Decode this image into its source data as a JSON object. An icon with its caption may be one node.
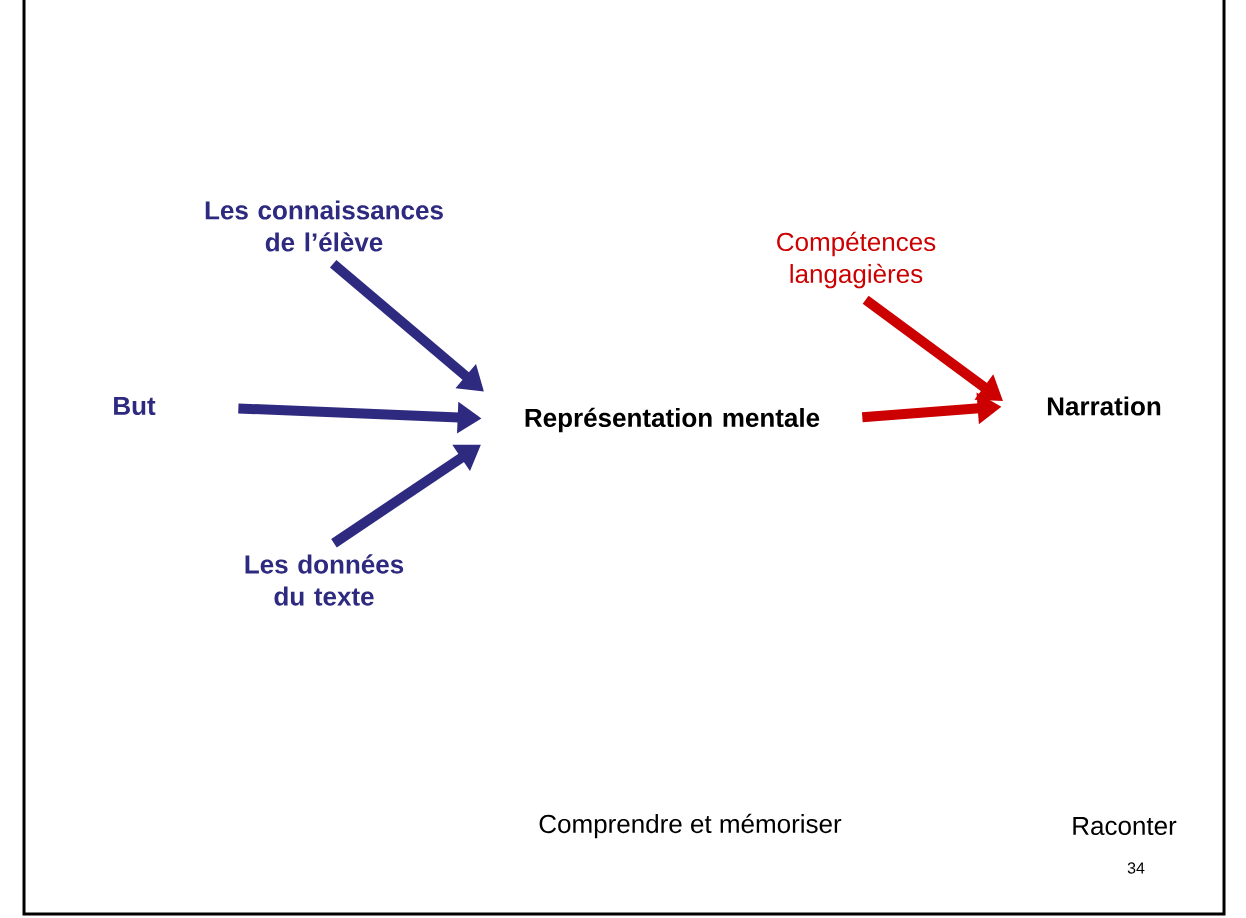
{
  "diagram": {
    "nodes": [
      {
        "text": [
          "But"
        ]
      },
      {
        "text": [
          "Les connaissances de l’élève"
        ]
      },
      {
        "text": [
          "Les données du texte"
        ]
      },
      {
        "text": [
          "Représentation mentale"
        ]
      },
      {
        "text": [
          "Compétences langagières"
        ]
      },
      {
        "text": [
          "Narration"
        ]
      }
    ],
    "edges": [
      {
        "from": 1,
        "to": 3,
        "arrow": "to"
      },
      {
        "from": 0,
        "to": 3,
        "arrow": "to"
      },
      {
        "from": 2,
        "to": 3,
        "arrow": "to"
      },
      {
        "from": 3,
        "to": 5,
        "arrow": "to",
        "color": "#cc0000"
      },
      {
        "from": 4,
        "to": 5,
        "arrow": "to",
        "color": "#cc0000"
      }
    ],
    "labels": [
      "Comprendre et mémoriser",
      "Raconter",
      "34"
    ]
  }
}
